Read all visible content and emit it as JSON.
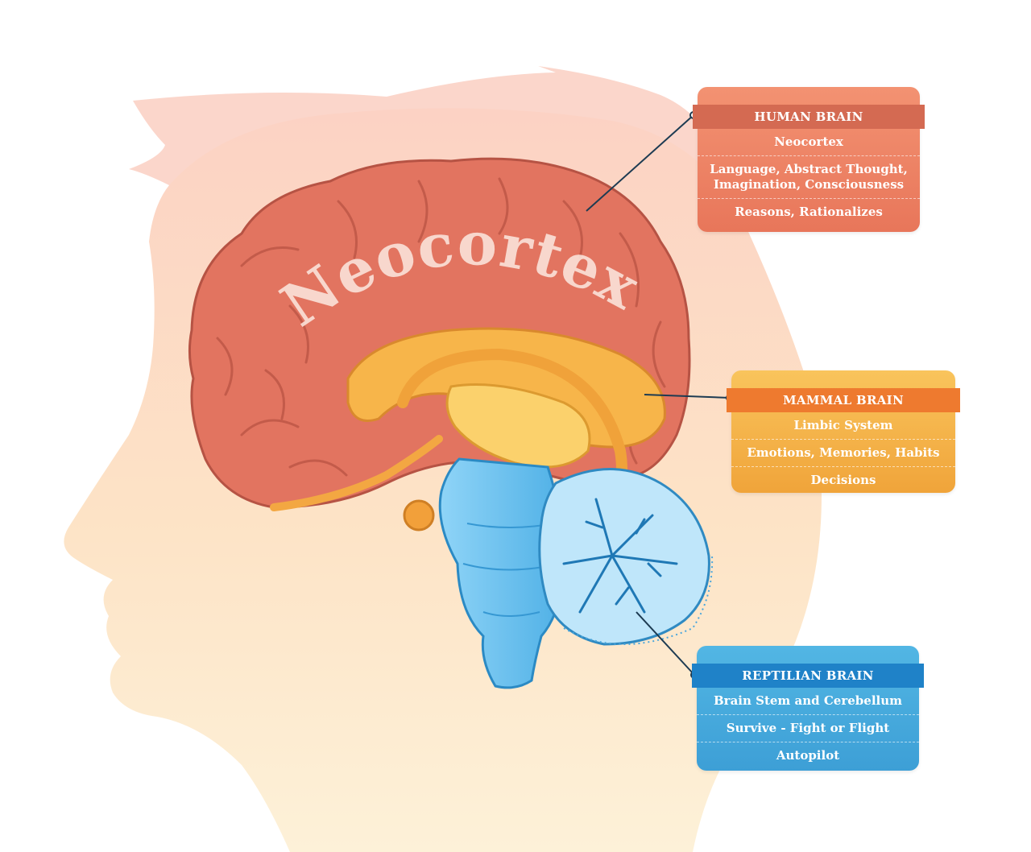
{
  "diagram": {
    "brain_label": "Neocortex",
    "colors": {
      "neocortex": "#e27460",
      "limbic": "#f7b54a",
      "reptilian": "#6bc2ef",
      "human_box": "#ee8468",
      "mammal_box": "#f4b34a",
      "reptilian_box": "#44a8dc",
      "hair": "#fbd3c8",
      "head": "#fde0c8"
    },
    "icons": [
      "head-silhouette",
      "brain-neocortex",
      "limbic-system",
      "brain-stem",
      "cerebellum"
    ]
  },
  "cards": {
    "human": {
      "title": "HUMAN BRAIN",
      "lines": [
        "Neocortex",
        "Language, Abstract Thought,",
        "Imagination, Consciousness",
        "Reasons, Rationalizes"
      ]
    },
    "mammal": {
      "title": "MAMMAL BRAIN",
      "lines": [
        "Limbic System",
        "Emotions, Memories, Habits",
        "Decisions"
      ]
    },
    "reptilian": {
      "title": "REPTILIAN BRAIN",
      "lines": [
        "Brain Stem and Cerebellum",
        "Survive - Fight or Flight",
        "Autopilot"
      ]
    }
  }
}
